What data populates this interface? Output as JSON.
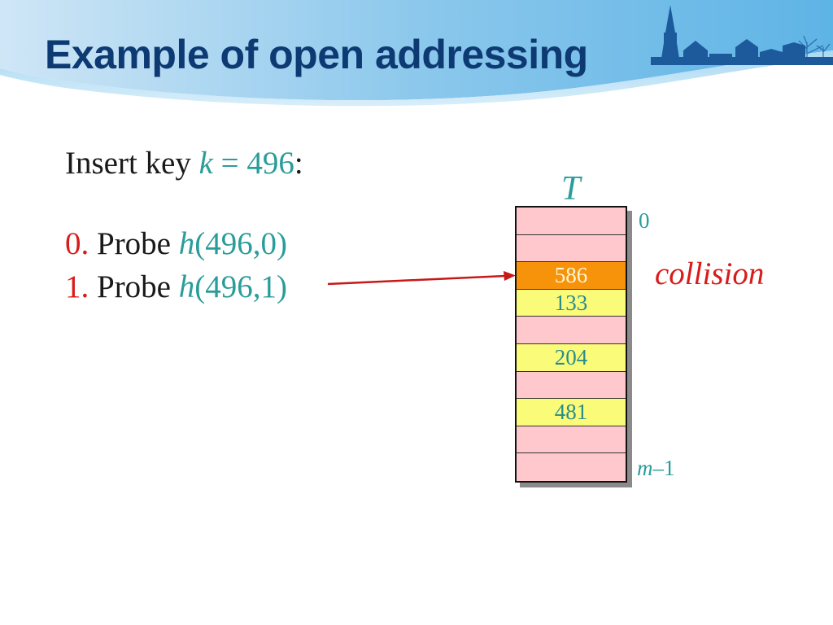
{
  "title": "Example of open addressing",
  "insert": {
    "prefix": "Insert key ",
    "var": "k",
    "eq": " = 496",
    "suffix": ":"
  },
  "probes": [
    {
      "num": "0.",
      "word": "Probe ",
      "fn": "h",
      "args": "(496,0)"
    },
    {
      "num": "1.",
      "word": "Probe ",
      "fn": "h",
      "args": "(496,1)"
    }
  ],
  "table": {
    "label": "T",
    "slots": [
      {
        "value": "",
        "state": "empty"
      },
      {
        "value": "",
        "state": "empty"
      },
      {
        "value": "586",
        "state": "collision"
      },
      {
        "value": "133",
        "state": "filled"
      },
      {
        "value": "",
        "state": "empty"
      },
      {
        "value": "204",
        "state": "filled"
      },
      {
        "value": "",
        "state": "empty"
      },
      {
        "value": "481",
        "state": "filled"
      },
      {
        "value": "",
        "state": "empty"
      },
      {
        "value": "",
        "state": "empty"
      }
    ],
    "index_top": "0",
    "index_bottom_var": "m",
    "index_bottom_rest": "–1"
  },
  "collision_label": "collision",
  "colors": {
    "title": "#0d3a73",
    "teal": "#2a9d9a",
    "red": "#d81b1b",
    "empty_slot": "#ffc8cc",
    "filled_slot": "#fbfb7a",
    "collision_slot": "#f7930a"
  }
}
